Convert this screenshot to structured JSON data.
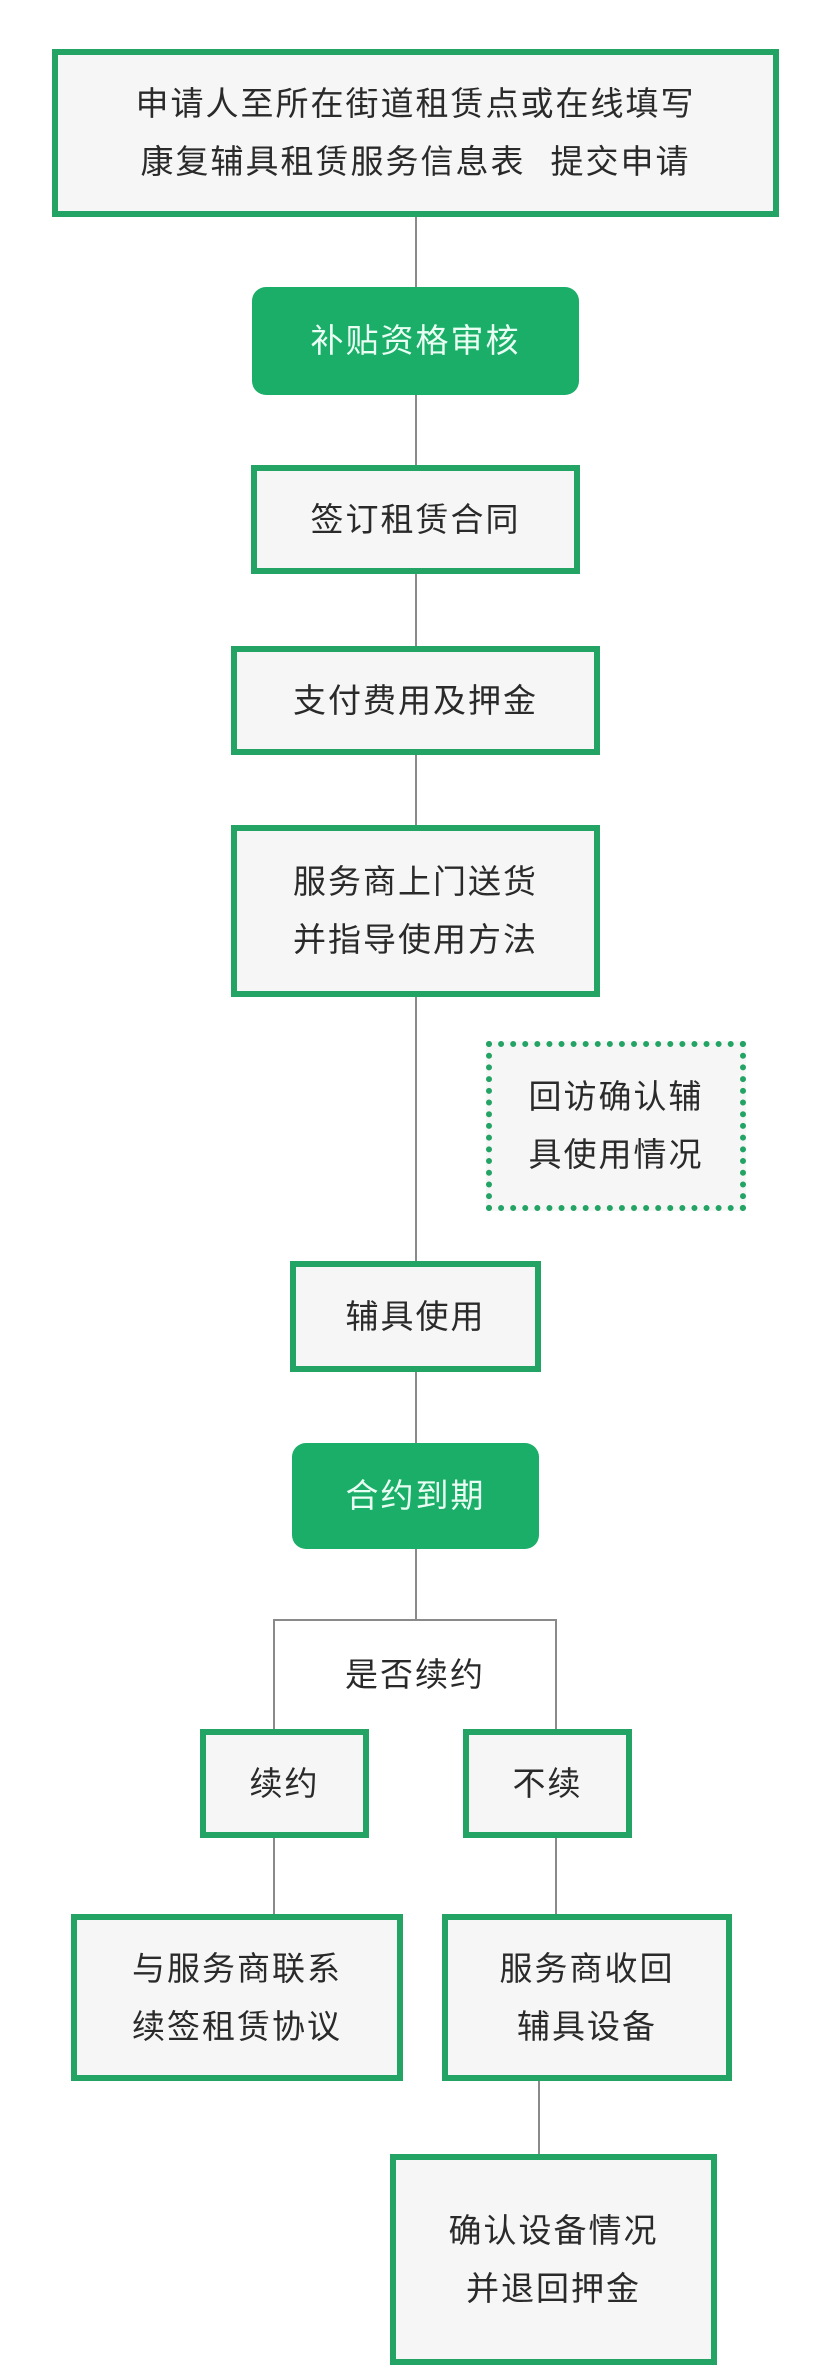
{
  "colors": {
    "accent": "#23a465",
    "fill": "#1aae69",
    "box_bg": "#f6f6f6",
    "line": "#8a8a8a"
  },
  "steps": {
    "apply": [
      "申请人至所在街道租赁点或在线填写",
      "康复辅具租赁服务信息表  提交申请"
    ],
    "review": "补贴资格审核",
    "sign": "签订租赁合同",
    "pay": "支付费用及押金",
    "deliver": [
      "服务商上门送货",
      "并指导使用方法"
    ],
    "follow_up": [
      "回访确认辅",
      "具使用情况"
    ],
    "use": "辅具使用",
    "expire": "合约到期",
    "decision": "是否续约",
    "renew": "续约",
    "no_renew": "不续",
    "renew_action": [
      "与服务商联系",
      "续签租赁协议"
    ],
    "recover": [
      "服务商收回",
      "辅具设备"
    ],
    "refund": [
      "确认设备情况",
      "并退回押金"
    ]
  }
}
